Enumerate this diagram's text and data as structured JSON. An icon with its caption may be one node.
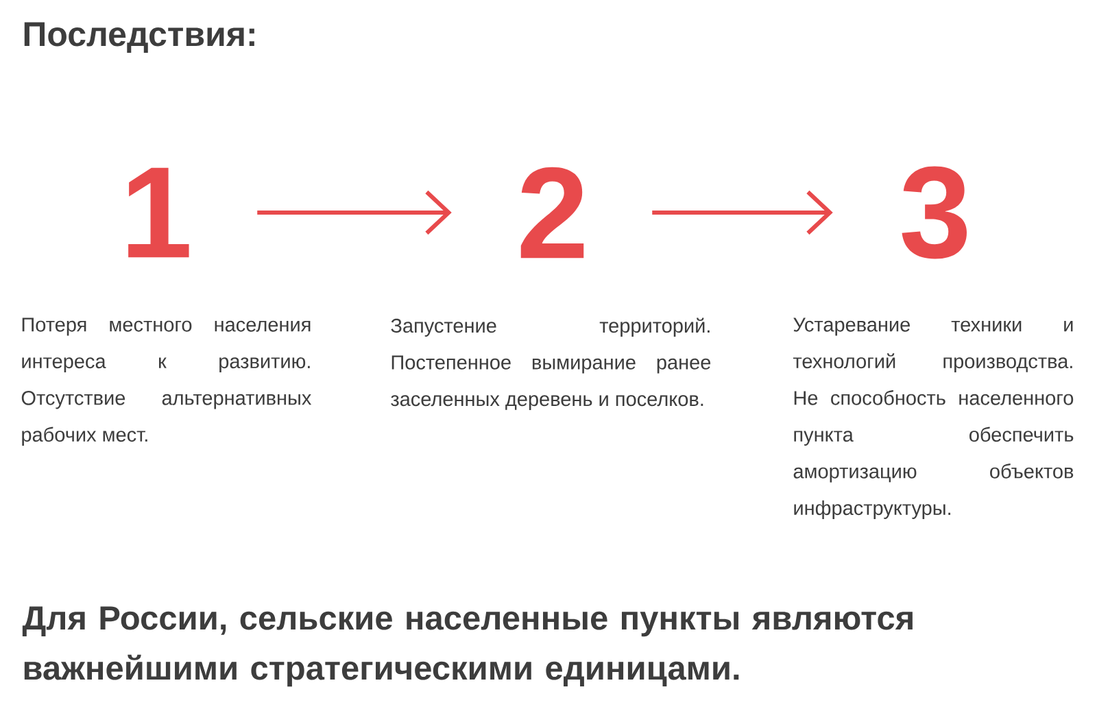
{
  "diagram": {
    "title": "Последствия:",
    "nodes": [
      {
        "text": [
          "1"
        ],
        "beside": [
          "Потеря местного населения интереса к развитию. Отсутствие альтернативных рабочих мест."
        ]
      },
      {
        "text": [
          "2"
        ],
        "beside": [
          "Запустение территорий. Постепенное вымирание ранее заселенных деревень и поселков."
        ]
      },
      {
        "text": [
          "3"
        ],
        "beside": [
          "Устаревание техники и технологий производства. Не способность населенного пункта обеспечить амортизацию объектов инфраструктуры."
        ]
      }
    ],
    "edges": [
      {
        "from": 0,
        "to": 1,
        "arrow": "to"
      },
      {
        "from": 1,
        "to": 2,
        "arrow": "to"
      }
    ],
    "caption": "Для России, сельские населенные пункты являются важнейшими стратегическими единицами."
  }
}
